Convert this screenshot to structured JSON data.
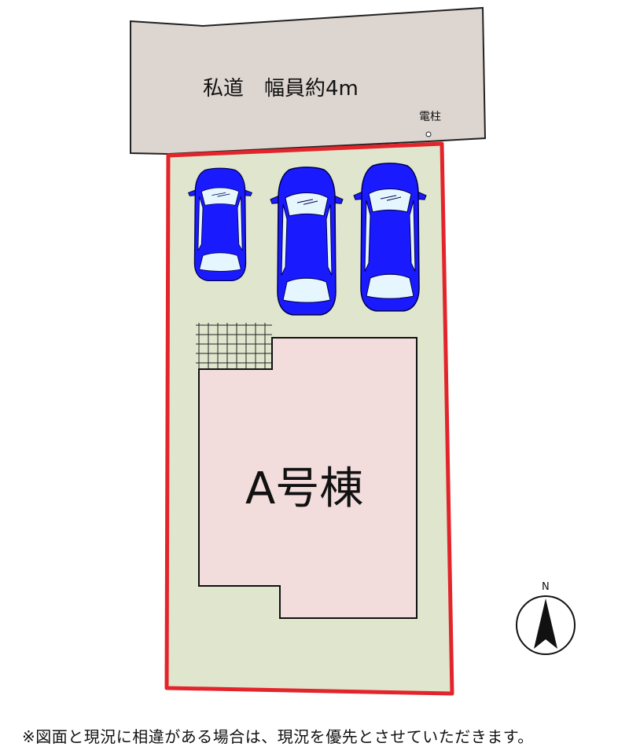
{
  "road": {
    "label": "私道　幅員約4m",
    "color": "#ddd5cf"
  },
  "utility_pole": {
    "label": "電柱"
  },
  "lot": {
    "fill": "#dfe6cd",
    "boundary_color": "#e3242b"
  },
  "building": {
    "label": "A号棟",
    "fill": "#f2dcdc"
  },
  "parking": {
    "car_count": 3,
    "car_color": "#1a1aff",
    "window_color": "#e6f6ff"
  },
  "compass": {
    "label": "N"
  },
  "footnote": "※図面と現況に相違がある場合は、現況を優先とさせていただきます。"
}
